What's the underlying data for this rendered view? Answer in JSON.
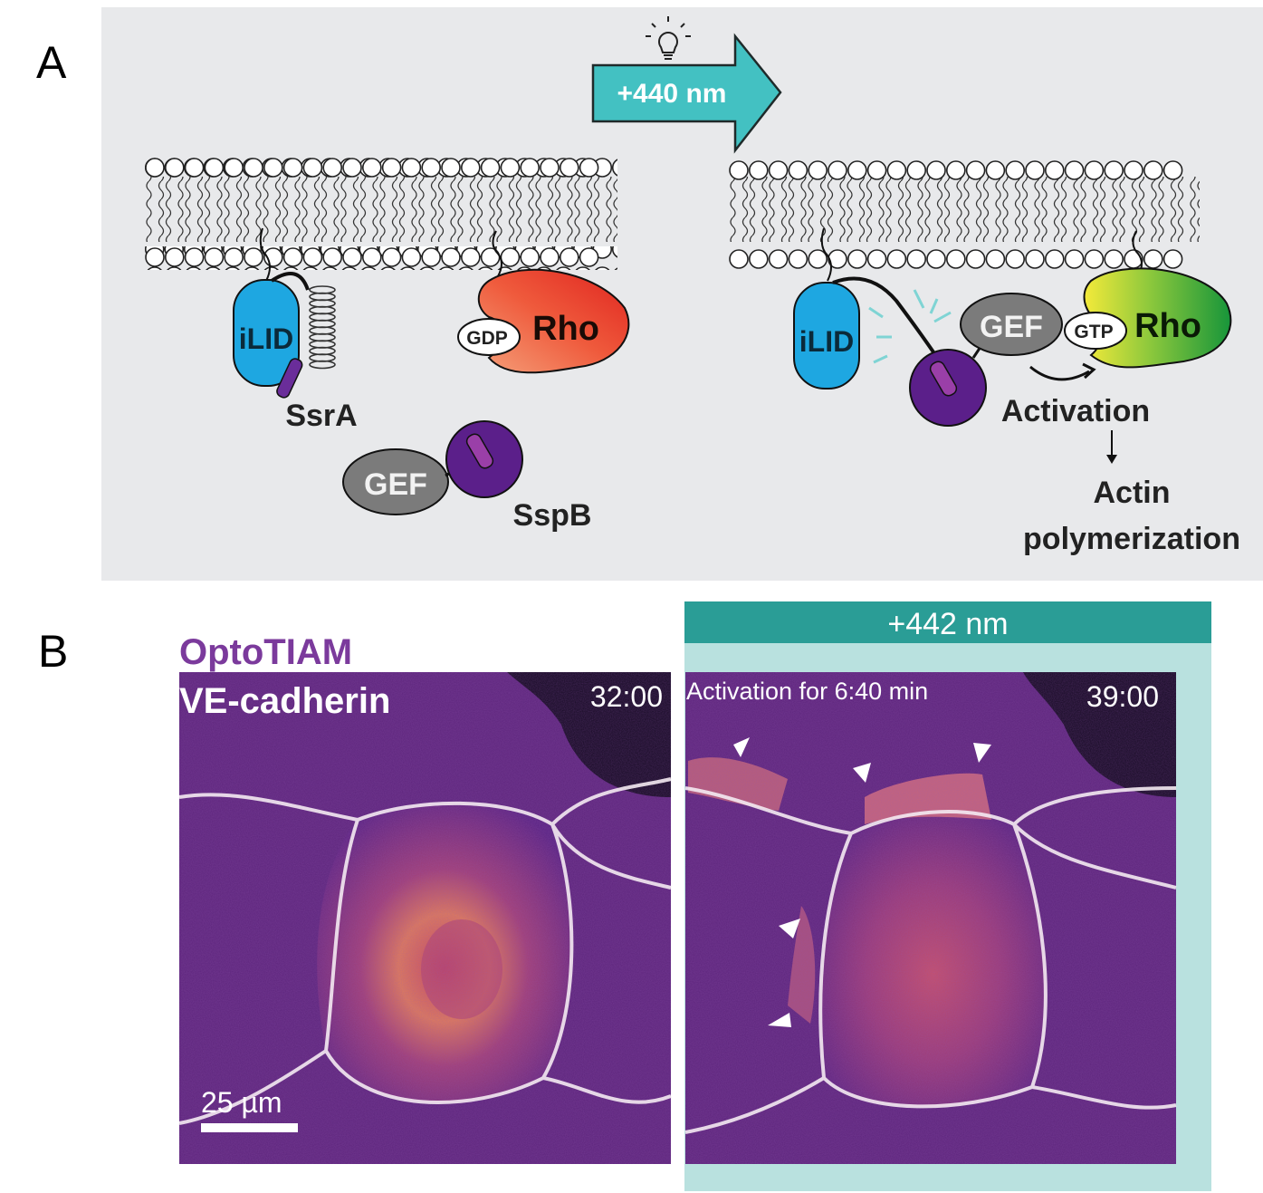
{
  "panel_a": {
    "letter": "A",
    "arrow_label": "+440 nm",
    "left": {
      "ilid": "iLID",
      "ssra": "SsrA",
      "gdp": "GDP",
      "rho": "Rho",
      "gef": "GEF",
      "sspb": "SspB"
    },
    "right": {
      "ilid": "iLID",
      "gef": "GEF",
      "gtp": "GTP",
      "rho": "Rho",
      "activation": "Activation",
      "actin_line1": "Actin",
      "actin_line2": "polymerization"
    },
    "colors": {
      "background": "#e8e9eb",
      "arrow": "#3fbfc0",
      "ilid": "#1ea7e1",
      "sspb": "#5b1f8a",
      "gef": "#7b7b7b",
      "rho_gdp_start": "#f07a5a",
      "rho_gdp_end": "#e8322a",
      "rho_gtp_start": "#f4e63a",
      "rho_gtp_end": "#1a9a3a"
    }
  },
  "panel_b": {
    "letter": "B",
    "label_optotiam": "OptoTIAM",
    "label_vecadherin": "VE-cadherin",
    "time_left": "32:00",
    "time_right": "39:00",
    "light_bar": "+442 nm",
    "activation_text": "Activation for 6:40 min",
    "scale_bar": "25 µm",
    "colors": {
      "optotiam": "#7b3a9c",
      "light_bar": "#2a9d96",
      "light_frame": "#b9e1df",
      "cell_dark": "#4a1f6a",
      "cell_bright": "#e8775a"
    }
  }
}
